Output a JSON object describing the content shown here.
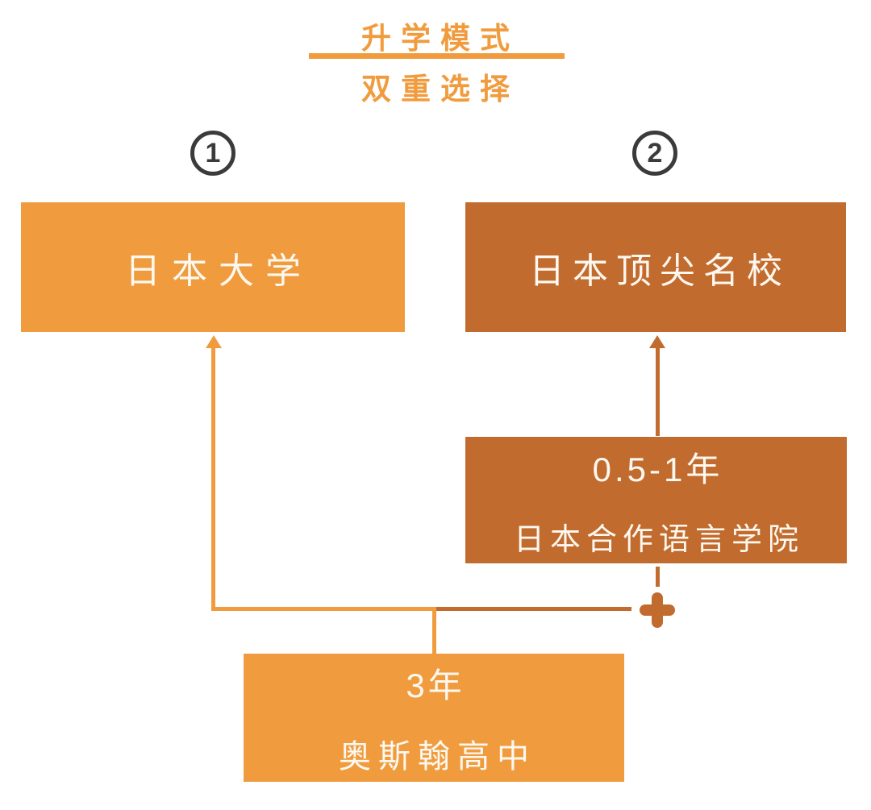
{
  "title": {
    "line1": "升学模式",
    "line2": "双重选择"
  },
  "options": {
    "option1_number": "1",
    "option2_number": "2"
  },
  "nodes": {
    "japan_university": {
      "label": "日本大学"
    },
    "japan_top_school": {
      "label": "日本顶尖名校"
    },
    "language_school": {
      "duration": "0.5-1年",
      "label": "日本合作语言学院"
    },
    "high_school": {
      "duration": "3年",
      "label": "奥斯翰高中"
    }
  },
  "icons": {
    "plus": "+"
  },
  "colors": {
    "light_orange": "#F09C3E",
    "dark_orange": "#C26B2E",
    "badge_dark": "#3B3B3B",
    "text_white": "#FCF8F0"
  }
}
